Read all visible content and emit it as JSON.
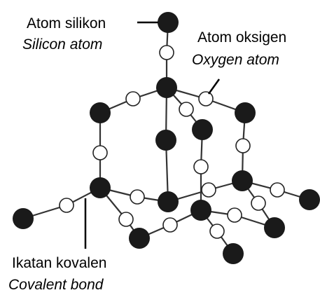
{
  "labels": {
    "silicon": {
      "line1": "Atom silikon",
      "line2": "Silicon atom"
    },
    "oxygen": {
      "line1": "Atom oksigen",
      "line2": "Oxygen atom"
    },
    "bond": {
      "line1": "Ikatan kovalen",
      "line2": "Covalent bond"
    }
  },
  "colors": {
    "silicon_atom": "#1a1a1a",
    "oxygen_atom": "#ffffff",
    "bond": "#333333",
    "text": "#000000"
  }
}
